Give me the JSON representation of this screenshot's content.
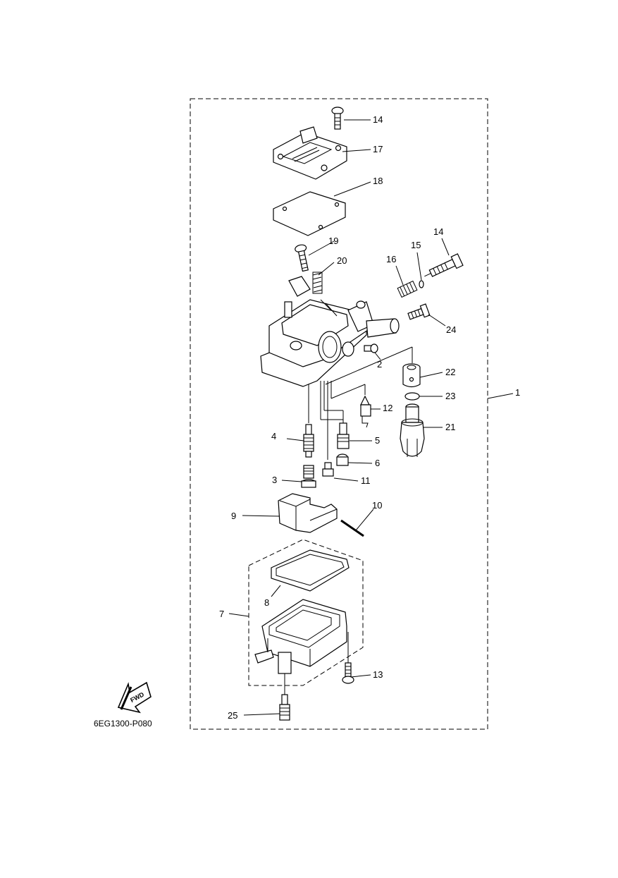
{
  "diagram": {
    "drawing_code": "6EG1300-P080",
    "fwd_label": "FWD",
    "callouts": [
      "1",
      "2",
      "3",
      "4",
      "5",
      "6",
      "7",
      "8",
      "9",
      "10",
      "11",
      "12",
      "13",
      "14",
      "14",
      "15",
      "16",
      "17",
      "18",
      "19",
      "20",
      "21",
      "22",
      "23",
      "24",
      "25"
    ]
  }
}
